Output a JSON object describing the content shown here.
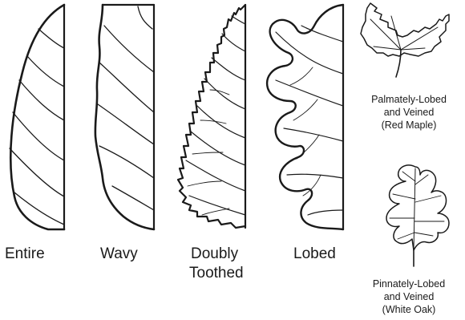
{
  "margin_types": [
    {
      "name": "Entire"
    },
    {
      "name": "Wavy"
    },
    {
      "name": "Doubly",
      "name_line2": "Toothed"
    },
    {
      "name": "Lobed"
    }
  ],
  "leaf_examples": {
    "red_maple": {
      "line1": "Palmately-Lobed",
      "line2": "and Veined",
      "line3": "(Red Maple)"
    },
    "white_oak": {
      "line1": "Pinnately-Lobed",
      "line2": "and Veined",
      "line3": "(White Oak)"
    }
  },
  "colors": {
    "ink": "#1a1a1a",
    "background": "#ffffff"
  }
}
